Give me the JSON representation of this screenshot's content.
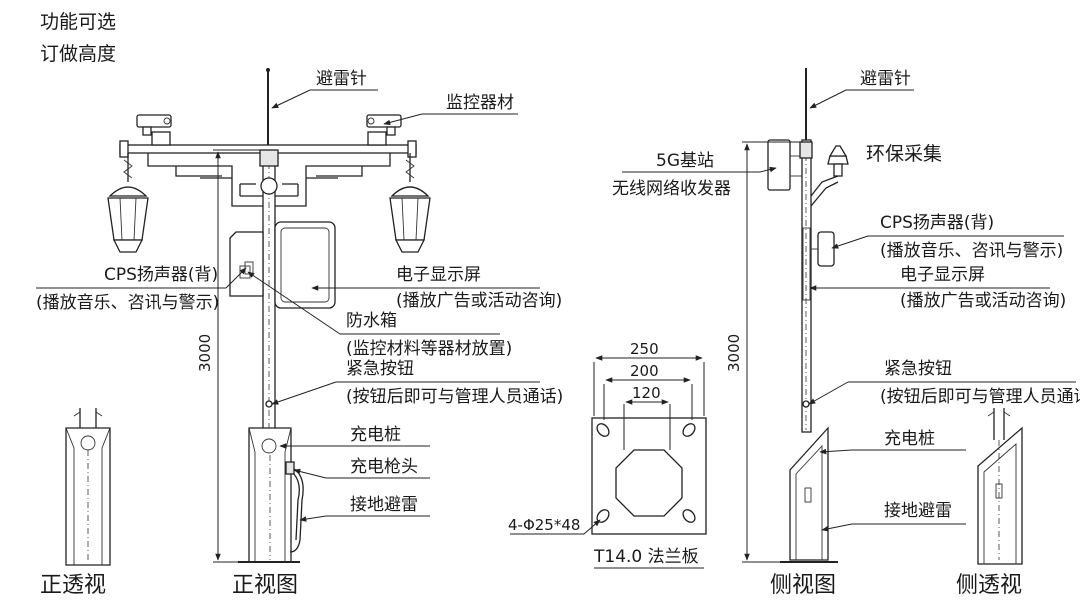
{
  "header": {
    "line1": "功能可选",
    "line2": "订做高度"
  },
  "front_view": {
    "lightning_rod": "避雷针",
    "monitoring": "监控器材",
    "speaker": "CPS扬声器(背)",
    "speaker_desc": "(播放音乐、咨讯与警示)",
    "display": "电子显示屏",
    "display_desc": "(播放广告或活动咨询)",
    "waterproof_box": "防水箱",
    "waterproof_desc": "(监控材料等器材放置)",
    "emergency_button": "紧急按钮",
    "emergency_desc": "(按钮后即可与管理人员通话)",
    "charging_pile": "充电桩",
    "charging_gun": "充电枪头",
    "grounding": "接地避雷",
    "height": "3000",
    "title": "正视图"
  },
  "front_perspective": {
    "title": "正透视"
  },
  "flange": {
    "dim_outer": "250",
    "dim_mid": "200",
    "dim_inner": "120",
    "holes": "4-Φ25*48",
    "title": "T14.0 法兰板"
  },
  "side_view": {
    "lightning_rod": "避雷针",
    "base_station": "5G基站",
    "transceiver": "无线网络收发器",
    "env_sensor": "环保采集",
    "speaker": "CPS扬声器(背)",
    "speaker_desc": "(播放音乐、咨讯与警示)",
    "display": "电子显示屏",
    "display_desc": "(播放广告或活动咨询)",
    "emergency_button": "紧急按钮",
    "emergency_desc": "(按钮后即可与管理人员通话)",
    "charging_pile": "充电桩",
    "grounding": "接地避雷",
    "height": "3000",
    "title": "侧视图"
  },
  "side_perspective": {
    "title": "侧透视"
  }
}
